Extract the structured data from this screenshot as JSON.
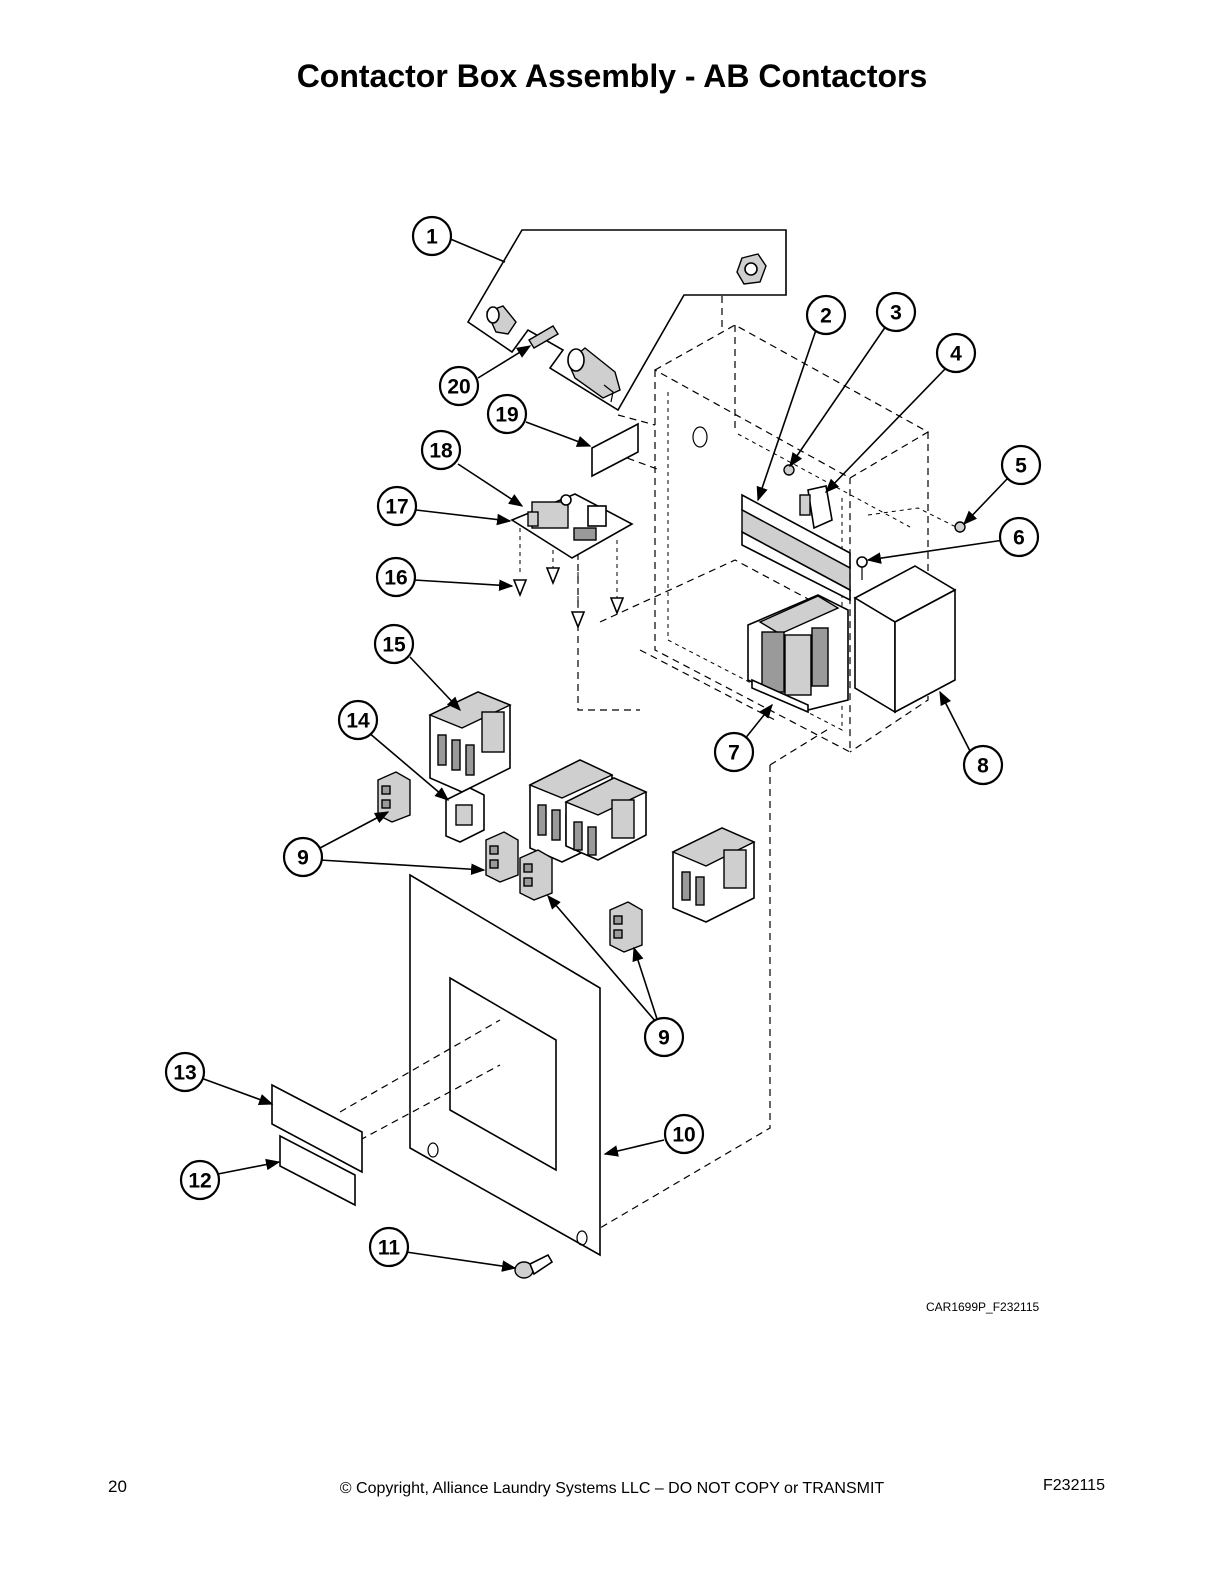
{
  "title": "Contactor Box Assembly - AB Contactors",
  "drawing_code": "CAR1699P_F232115",
  "footer": {
    "page_number": "20",
    "copyright": "© Copyright, Alliance Laundry Systems LLC – DO NOT COPY or TRANSMIT",
    "doc_code": "F232115"
  },
  "callouts": {
    "c1": "1",
    "c2": "2",
    "c3": "3",
    "c4": "4",
    "c5": "5",
    "c6": "6",
    "c7": "7",
    "c8": "8",
    "c9a": "9",
    "c9b": "9",
    "c10": "10",
    "c11": "11",
    "c12": "12",
    "c13": "13",
    "c14": "14",
    "c15": "15",
    "c16": "16",
    "c17": "17",
    "c18": "18",
    "c19": "19",
    "c20": "20"
  }
}
